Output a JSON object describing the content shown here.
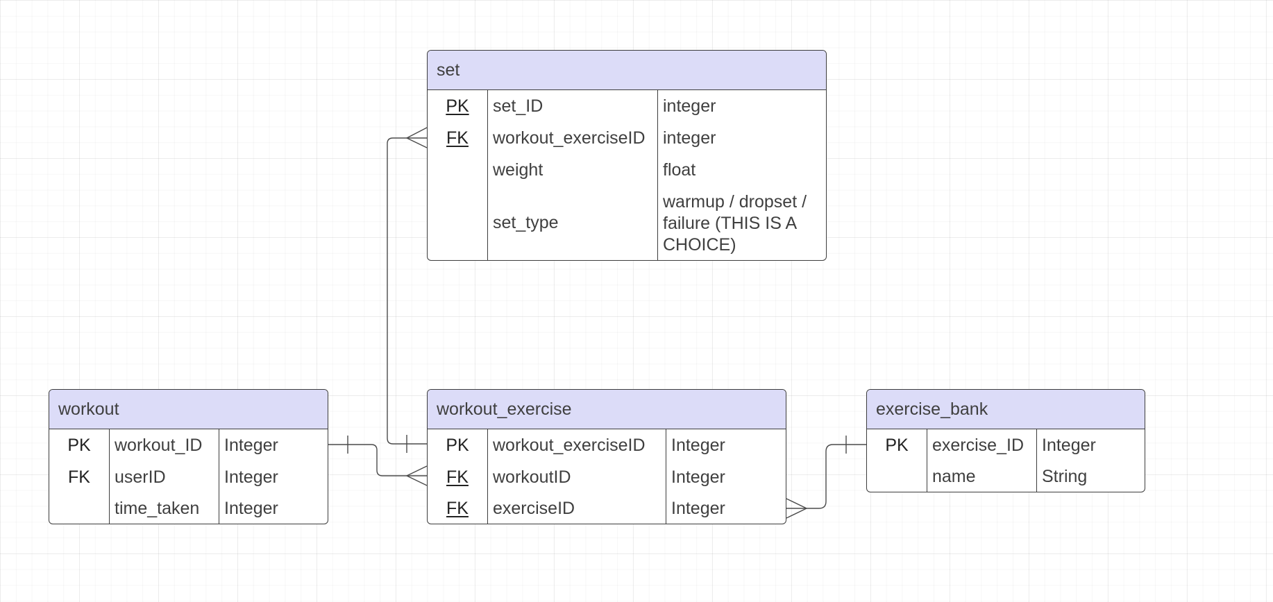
{
  "entities": {
    "set": {
      "title": "set",
      "rows": [
        {
          "key": "PK",
          "name": "set_ID",
          "type": "integer"
        },
        {
          "key": "FK",
          "name": "workout_exerciseID",
          "type": "integer"
        },
        {
          "key": "",
          "name": "weight",
          "type": "float"
        },
        {
          "key": "",
          "name": "set_type",
          "type": "warmup / dropset / failure (THIS IS A CHOICE)"
        }
      ]
    },
    "workout": {
      "title": "workout",
      "rows": [
        {
          "key": "PK",
          "name": "workout_ID",
          "type": "Integer"
        },
        {
          "key": "FK",
          "name": "userID",
          "type": "Integer"
        },
        {
          "key": "",
          "name": "time_taken",
          "type": "Integer"
        }
      ]
    },
    "workout_exercise": {
      "title": "workout_exercise",
      "rows": [
        {
          "key": "PK",
          "name": "workout_exerciseID",
          "type": "Integer"
        },
        {
          "key": "FK",
          "name": "workoutID",
          "type": "Integer"
        },
        {
          "key": "FK",
          "name": "exerciseID",
          "type": "Integer"
        }
      ]
    },
    "exercise_bank": {
      "title": "exercise_bank",
      "rows": [
        {
          "key": "PK",
          "name": "exercise_ID",
          "type": "Integer"
        },
        {
          "key": "",
          "name": "name",
          "type": "String"
        }
      ]
    }
  },
  "relationships": [
    {
      "from": "workout_exercise.workout_exerciseID",
      "to": "set.workout_exerciseID",
      "from_end": "one",
      "to_end": "many"
    },
    {
      "from": "workout.workout_ID",
      "to": "workout_exercise.workoutID",
      "from_end": "one",
      "to_end": "many"
    },
    {
      "from": "exercise_bank.exercise_ID",
      "to": "workout_exercise.exerciseID",
      "from_end": "one",
      "to_end": "many"
    }
  ],
  "colors": {
    "header_fill": "#dcdcf8",
    "border": "#3c3c3c",
    "text": "#3f3f3f",
    "connector": "#4a4a4a"
  }
}
